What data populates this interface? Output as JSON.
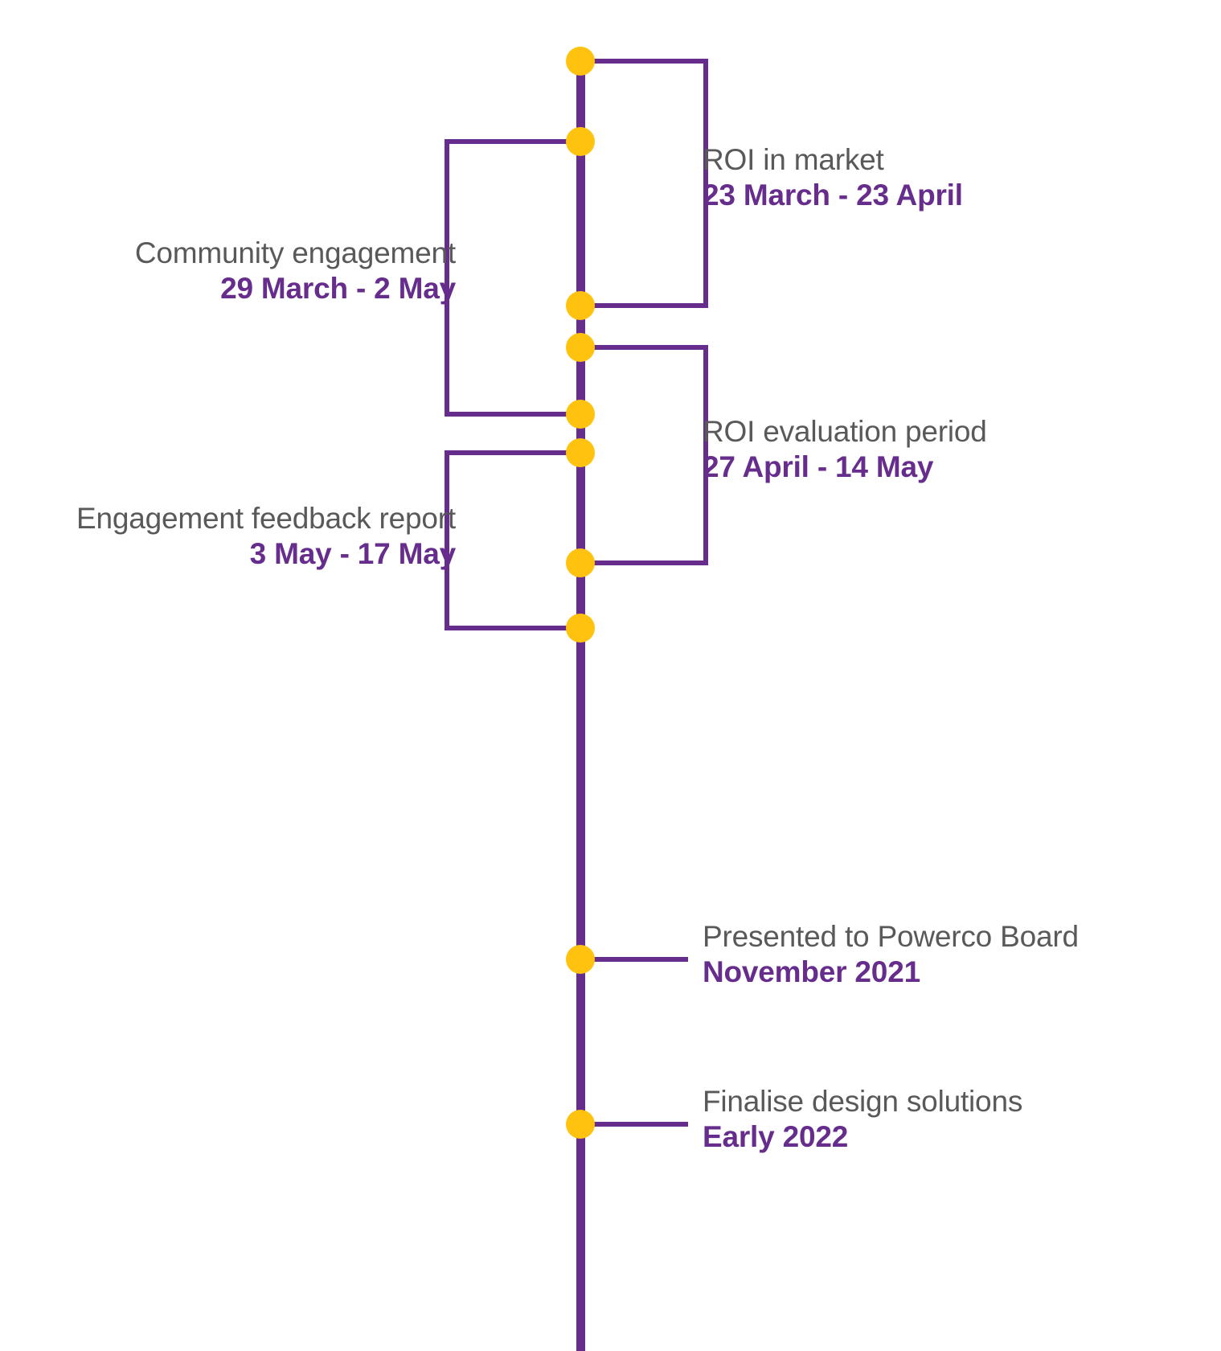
{
  "diagram": {
    "type": "vertical-timeline",
    "colors": {
      "spine": "#662d8c",
      "dot": "#ffc20e",
      "connector": "#662d8c",
      "title_text": "#595959",
      "date_text": "#662d8c",
      "background": "#ffffff"
    }
  },
  "milestones": [
    {
      "id": "roi-in-market",
      "title": "ROI in market",
      "dates": "23 March - 23 April",
      "side": "right",
      "kind": "range"
    },
    {
      "id": "community-engagement",
      "title": "Community engagement",
      "dates": "29 March - 2 May",
      "side": "left",
      "kind": "range"
    },
    {
      "id": "roi-evaluation-period",
      "title": "ROI evaluation period",
      "dates": "27 April - 14 May",
      "side": "right",
      "kind": "range"
    },
    {
      "id": "engagement-feedback-report",
      "title": "Engagement feedback report",
      "dates": "3 May - 17 May",
      "side": "left",
      "kind": "range"
    },
    {
      "id": "presented-to-powerco-board",
      "title": "Presented to Powerco Board",
      "dates": "November 2021",
      "side": "right",
      "kind": "point"
    },
    {
      "id": "finalise-design-solutions",
      "title": "Finalise design solutions",
      "dates": "Early 2022",
      "side": "right",
      "kind": "point"
    }
  ]
}
